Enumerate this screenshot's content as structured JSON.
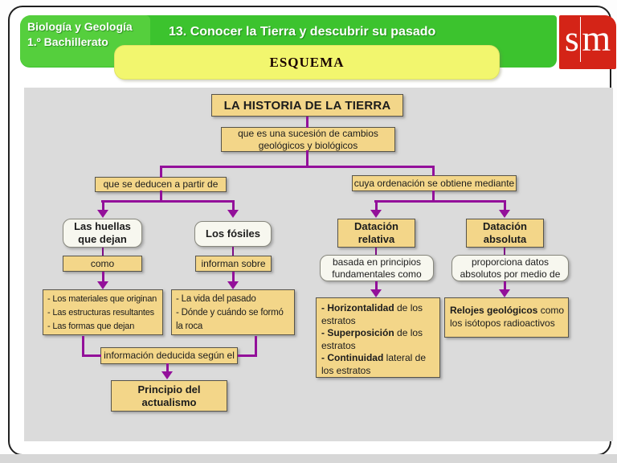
{
  "header": {
    "course": {
      "line1": "Biología y Geología",
      "line2": "1.º Bachillerato"
    },
    "chapter_title": "13. Conocer la Tierra y descubrir su pasado",
    "logo": {
      "letter1": "s",
      "letter2": "m"
    },
    "banner_label": "ESQUEMA",
    "colors": {
      "bar_green": "#3cc32e",
      "panel_green": "#55cf3d",
      "logo_red": "#d42417",
      "banner_yellow": "#f2f66e",
      "connector_purple": "#93109a",
      "node_tan": "#f3d689",
      "node_white": "#f7f7ef",
      "canvas_gray": "#dbdbdb"
    }
  },
  "diagram": {
    "root": {
      "title": "LA HISTORIA DE LA TIERRA"
    },
    "root_sub": {
      "line1": "que es una sucesión de cambios",
      "line2": "geológicos y biológicos"
    },
    "left_branch_label": "que se deducen a partir de",
    "right_branch_label": "cuya ordenación se obtiene mediante",
    "huellas": {
      "line1": "Las huellas",
      "line2": "que dejan"
    },
    "fosiles": {
      "label": "Los fósiles"
    },
    "como_label": "como",
    "informan_label": "informan sobre",
    "materiales": {
      "items": [
        "- Los materiales que originan",
        "- Las estructuras resultantes",
        "- Las formas que dejan"
      ]
    },
    "vida": {
      "items": [
        "- La vida del pasado",
        "- Dónde y cuándo se formó",
        "la roca"
      ]
    },
    "info_label": "información deducida según el",
    "principio": {
      "line1": "Principio del",
      "line2": "actualismo"
    },
    "datacion_relativa": {
      "line1": "Datación",
      "line2": "relativa"
    },
    "datacion_absoluta": {
      "line1": "Datación",
      "line2": "absoluta"
    },
    "basada": {
      "line1": "basada en principios",
      "line2": "fundamentales como"
    },
    "proporciona": {
      "line1": "proporciona datos",
      "line2": "absolutos por medio de"
    },
    "principios": {
      "lines": [
        {
          "b": "- Horizontalidad",
          "r": " de los"
        },
        {
          "b": "",
          "r": "estratos"
        },
        {
          "b": "- Superposición",
          "r": " de los"
        },
        {
          "b": "",
          "r": "estratos"
        },
        {
          "b": "- Continuidad",
          "r": " lateral de"
        },
        {
          "b": "",
          "r": "los estratos"
        }
      ]
    },
    "relojes": {
      "lines": [
        {
          "b": "Relojes geológicos",
          "r": " como"
        },
        {
          "b": "",
          "r": "los isótopos radioactivos"
        }
      ]
    }
  }
}
